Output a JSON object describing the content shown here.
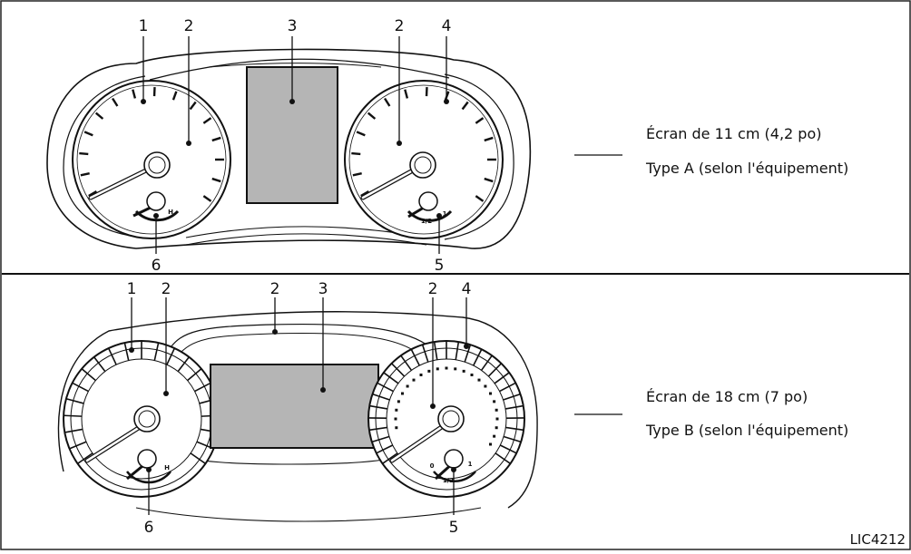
{
  "panel_a": {
    "callouts": [
      "1",
      "2",
      "3",
      "2",
      "4",
      "6",
      "5"
    ],
    "caption_line1": "Écran de 11 cm (4,2 po)",
    "caption_line2": "Type A (selon l'équipement)",
    "temp_mark": "H",
    "fuel_half": "1/2",
    "fuel_full": "1"
  },
  "panel_b": {
    "callouts": [
      "1",
      "2",
      "2",
      "3",
      "2",
      "4",
      "6",
      "5"
    ],
    "caption_line1": "Écran de 18 cm (7 po)",
    "caption_line2": "Type B (selon l'équipement)",
    "temp_mark": "H",
    "fuel_empty": "0",
    "fuel_half": "1/2",
    "fuel_full": "1"
  },
  "figure_code": "LIC4212"
}
